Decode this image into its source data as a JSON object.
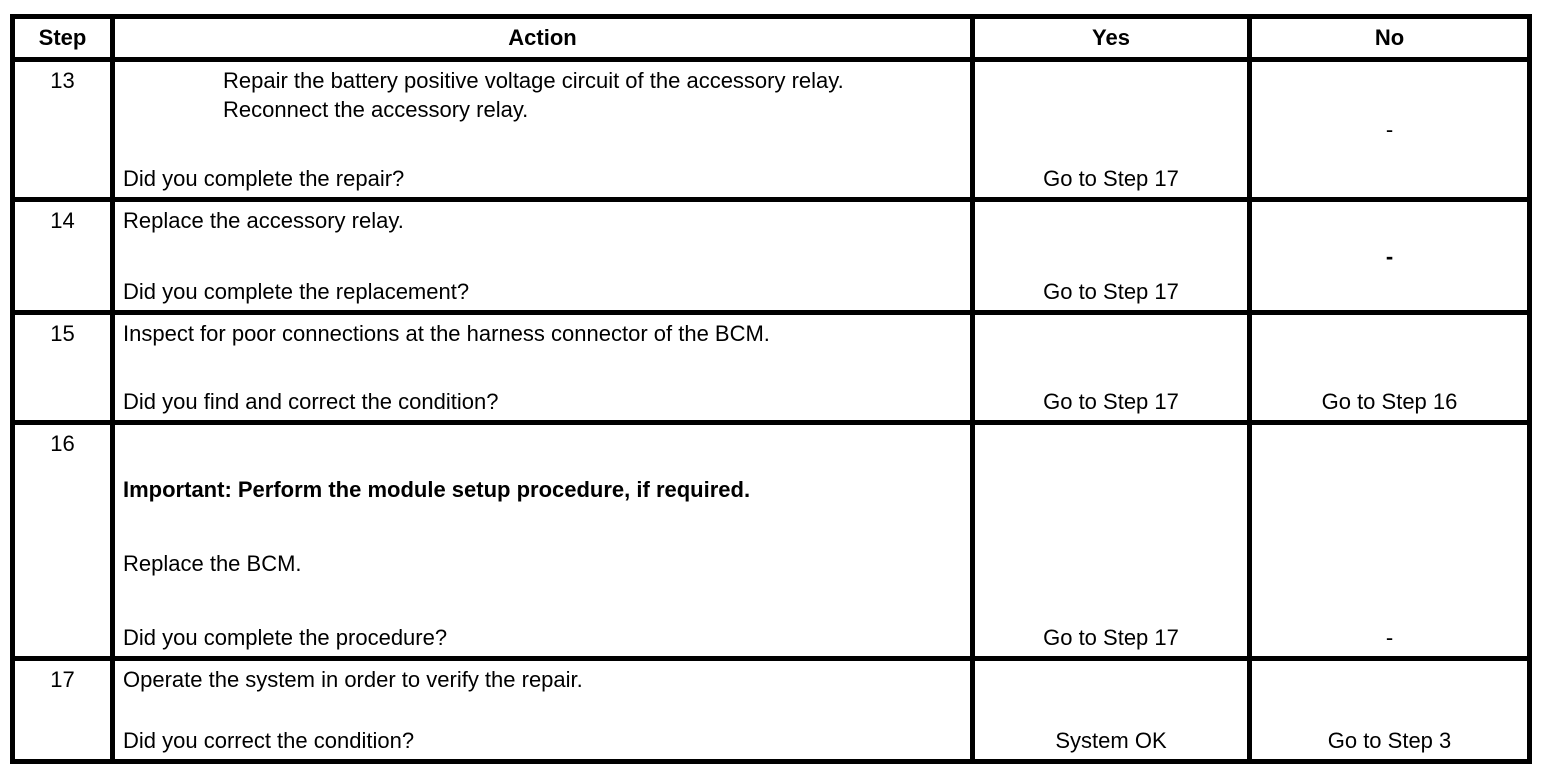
{
  "table": {
    "headers": {
      "step": "Step",
      "action": "Action",
      "yes": "Yes",
      "no": "No"
    },
    "rows": [
      {
        "step": "13",
        "action_lines": [
          "Repair the battery positive voltage circuit of the accessory relay.",
          "Reconnect the accessory relay."
        ],
        "question": "Did you complete the repair?",
        "yes": "Go to Step 17",
        "no": "-"
      },
      {
        "step": "14",
        "action_lines": [
          "Replace the accessory relay."
        ],
        "question": "Did you complete the replacement?",
        "yes": "Go to Step 17",
        "no": "-"
      },
      {
        "step": "15",
        "action_lines": [
          "Inspect for poor connections at the harness connector of the BCM."
        ],
        "question": "Did you find and correct the condition?",
        "yes": "Go to Step 17",
        "no": "Go to Step 16"
      },
      {
        "step": "16",
        "action_lines": [
          "Important: Perform the module setup procedure, if required.",
          "Replace the BCM."
        ],
        "question": "Did you complete the procedure?",
        "yes": "Go to Step 17",
        "no": "-"
      },
      {
        "step": "17",
        "action_lines": [
          "Operate the system in order to verify the repair."
        ],
        "question": "Did you correct the condition?",
        "yes": "System OK",
        "no": "Go to Step 3"
      }
    ]
  }
}
